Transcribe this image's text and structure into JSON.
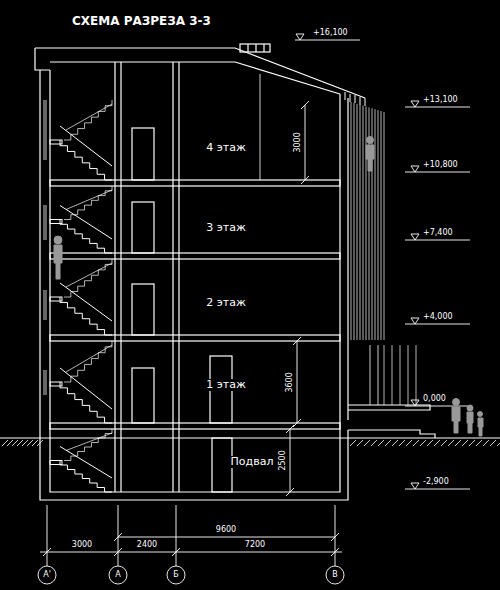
{
  "diagram": {
    "title": "СХЕМА РАЗРЕЗА 3-3",
    "labels": [
      "+16,100",
      "+13,100",
      "3000",
      "4 этаж",
      "+10,800",
      "3 этаж",
      "+7,400",
      "2 этаж",
      "+4,000",
      "3600",
      "1 этаж",
      "0,000",
      "2500",
      "Подвал",
      "-2,900",
      "9600",
      "3000",
      "2400",
      "7200",
      "А'",
      "А",
      "Б",
      "В"
    ]
  }
}
